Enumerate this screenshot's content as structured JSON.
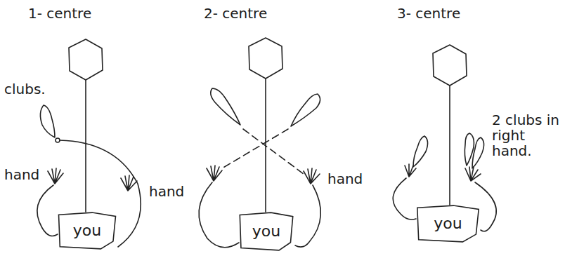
{
  "diagram": {
    "nodes": [
      {
        "text": [
          "you"
        ]
      },
      {
        "text": [
          "you"
        ]
      },
      {
        "text": [
          "you"
        ]
      }
    ],
    "labels": [
      "1- centre",
      "2- centre",
      "3- centre",
      "clubs.",
      "hand",
      "hand",
      "hand",
      "2 clubs in right hand."
    ]
  }
}
